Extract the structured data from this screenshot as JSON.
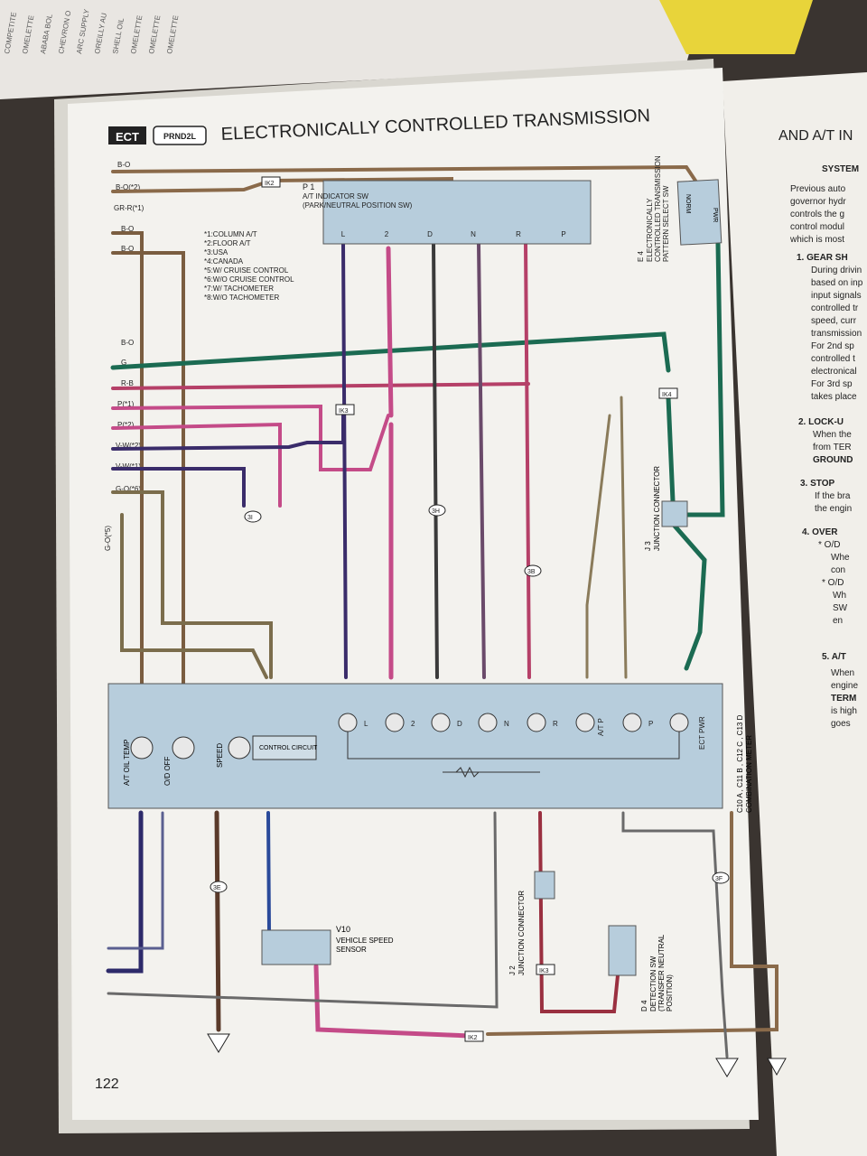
{
  "header": {
    "title": "ELECTRONICALLY CONTROLLED TRANSMISSION",
    "ect_badge": "ECT",
    "prnd_badge": "PRND2L",
    "right_page_title": "AND A/T IN"
  },
  "page_number": "122",
  "notes": [
    "*1:COLUMN A/T",
    "*2:FLOOR A/T",
    "*3:USA",
    "*4:CANADA",
    "*5:W/ CRUISE CONTROL",
    "*6:W/O CRUISE CONTROL",
    "*7:W/ TACHOMETER",
    "*8:W/O TACHOMETER"
  ],
  "components": {
    "p1": {
      "ref": "P 1",
      "name": "A/T INDICATOR SW",
      "sub": "(PARK/NEUTRAL POSITION SW)"
    },
    "e4": {
      "ref": "E 4",
      "line1": "ELECTRONICALLY",
      "line2": "CONTROLLED TRANSMISSION",
      "line3": "PATTERN SELECT SW",
      "norm": "NORM",
      "pwr": "PWR"
    },
    "meter": {
      "ref": "C10 A , C11 B , C12 C , C13 D",
      "name": "COMBINATION METER",
      "control": "CONTROL CIRCUIT"
    },
    "v10": {
      "ref": "V10",
      "name": "VEHICLE SPEED",
      "sub": "SENSOR"
    },
    "d4": {
      "ref": "D 4",
      "name": "DETECTION SW",
      "sub": "(TRANSFER NEUTRAL",
      "sub2": "POSITION)"
    },
    "j3": {
      "ref": "J 3",
      "name": "JUNCTION CONNECTOR"
    },
    "j2": {
      "ref": "J 2",
      "name": "JUNCTION CONNECTOR"
    }
  },
  "left_wires": [
    "B-O",
    "B-O(*2)",
    "GR-R(*1)",
    "B-O",
    "B-O",
    "B-O",
    "G",
    "R-B",
    "P(*1)",
    "P(*2)",
    "V-W(*2)",
    "V-W(*1)",
    "G-O(*6)",
    "G-O(*5)"
  ],
  "p1_pins": [
    "L",
    "2",
    "D",
    "N",
    "R",
    "P"
  ],
  "meter_lamps": [
    "L",
    "2",
    "D",
    "N",
    "R",
    "A/T P",
    "P",
    "ECT PWR"
  ],
  "meter_gauges": [
    "A/T OIL TEMP",
    "O/D OFF",
    "SPEED"
  ],
  "connectors": [
    "IK2",
    "IK3",
    "IK4",
    "3I",
    "3H",
    "3B",
    "3E",
    "3F",
    "IK2",
    "IK3"
  ],
  "right_text": {
    "system": "SYSTEM",
    "lines": [
      "Previous auto",
      "governor hydr",
      "controls the g",
      "control modul",
      "which is most"
    ],
    "s1": "1. GEAR SH",
    "s1_lines": [
      "During drivin",
      "based on inp",
      "input signals",
      "controlled tr",
      "speed, curr",
      "transmission",
      "For 2nd sp",
      "controlled t",
      "electronical",
      "For 3rd sp",
      "takes place"
    ],
    "s2": "2. LOCK-U",
    "s2_lines": [
      "When the",
      "from TER",
      "GROUND"
    ],
    "s3": "3. STOP",
    "s3_lines": [
      "If the bra",
      "the engin"
    ],
    "s4": "4. OVER",
    "s4_lines": [
      "* O/D",
      "Whe",
      "con",
      "* O/D",
      "Wh",
      "SW",
      "en"
    ],
    "s5": "5. A/T",
    "s5_lines": [
      "When",
      "engine",
      "TERM",
      "is high",
      "goes"
    ]
  },
  "bg_margin_text": [
    "COMPETITE",
    "OMELETTE",
    "ABABA BOL",
    "CHEVRON O",
    "ARC SUPPLY",
    "OREILLY AU",
    "SHELL OIL",
    "OMELETTE",
    "OMELETTE",
    "OMELETTE"
  ]
}
